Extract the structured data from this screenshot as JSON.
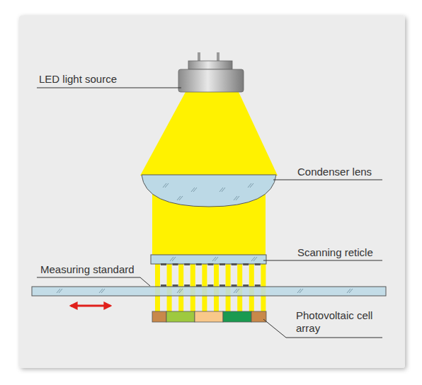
{
  "diagram": {
    "labels": [
      "LED light source",
      "Condenser lens",
      "Scanning reticle",
      "Measuring standard",
      "Photovoltaic cell array"
    ]
  }
}
